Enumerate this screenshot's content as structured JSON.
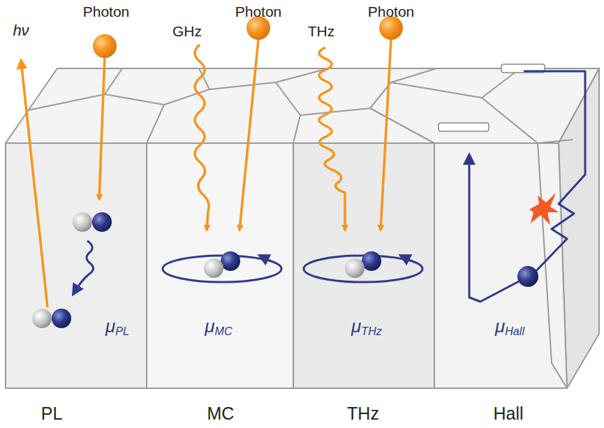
{
  "diagram": {
    "labels": [
      "hν",
      "Photon",
      "GHz",
      "Photon",
      "THz",
      "Photon",
      "μPL",
      "μMC",
      "μTHz",
      "μHall",
      "PL",
      "MC",
      "THz",
      "Hall"
    ]
  }
}
